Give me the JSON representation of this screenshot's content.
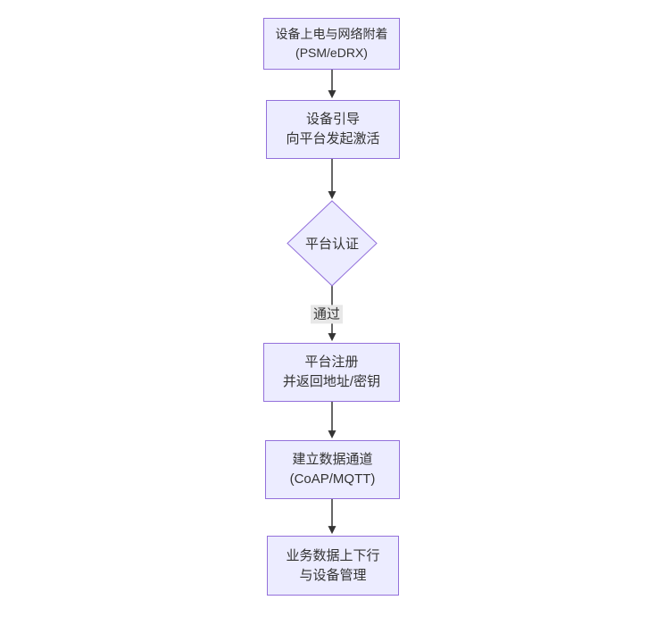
{
  "diagram": {
    "type": "flowchart",
    "direction": "top-down",
    "colors": {
      "node_fill": "#ECECFF",
      "node_border": "#9370DB",
      "edge": "#333333",
      "text": "#333333",
      "edge_label_bg": "#e8e8e8"
    },
    "nodes": [
      {
        "id": "A",
        "shape": "rect",
        "line1": "设备上电与网络附着",
        "line2": "(PSM/eDRX)"
      },
      {
        "id": "B",
        "shape": "rect",
        "line1": "设备引导",
        "line2": "向平台发起激活"
      },
      {
        "id": "C",
        "shape": "diamond",
        "line1": "平台认证",
        "line2": ""
      },
      {
        "id": "D",
        "shape": "rect",
        "line1": "平台注册",
        "line2": "并返回地址/密钥"
      },
      {
        "id": "E",
        "shape": "rect",
        "line1": "建立数据通道",
        "line2": "(CoAP/MQTT)"
      },
      {
        "id": "F",
        "shape": "rect",
        "line1": "业务数据上下行",
        "line2": "与设备管理"
      }
    ],
    "edges": [
      {
        "from": "A",
        "to": "B",
        "label": ""
      },
      {
        "from": "B",
        "to": "C",
        "label": ""
      },
      {
        "from": "C",
        "to": "D",
        "label": "通过"
      },
      {
        "from": "D",
        "to": "E",
        "label": ""
      },
      {
        "from": "E",
        "to": "F",
        "label": ""
      }
    ]
  }
}
